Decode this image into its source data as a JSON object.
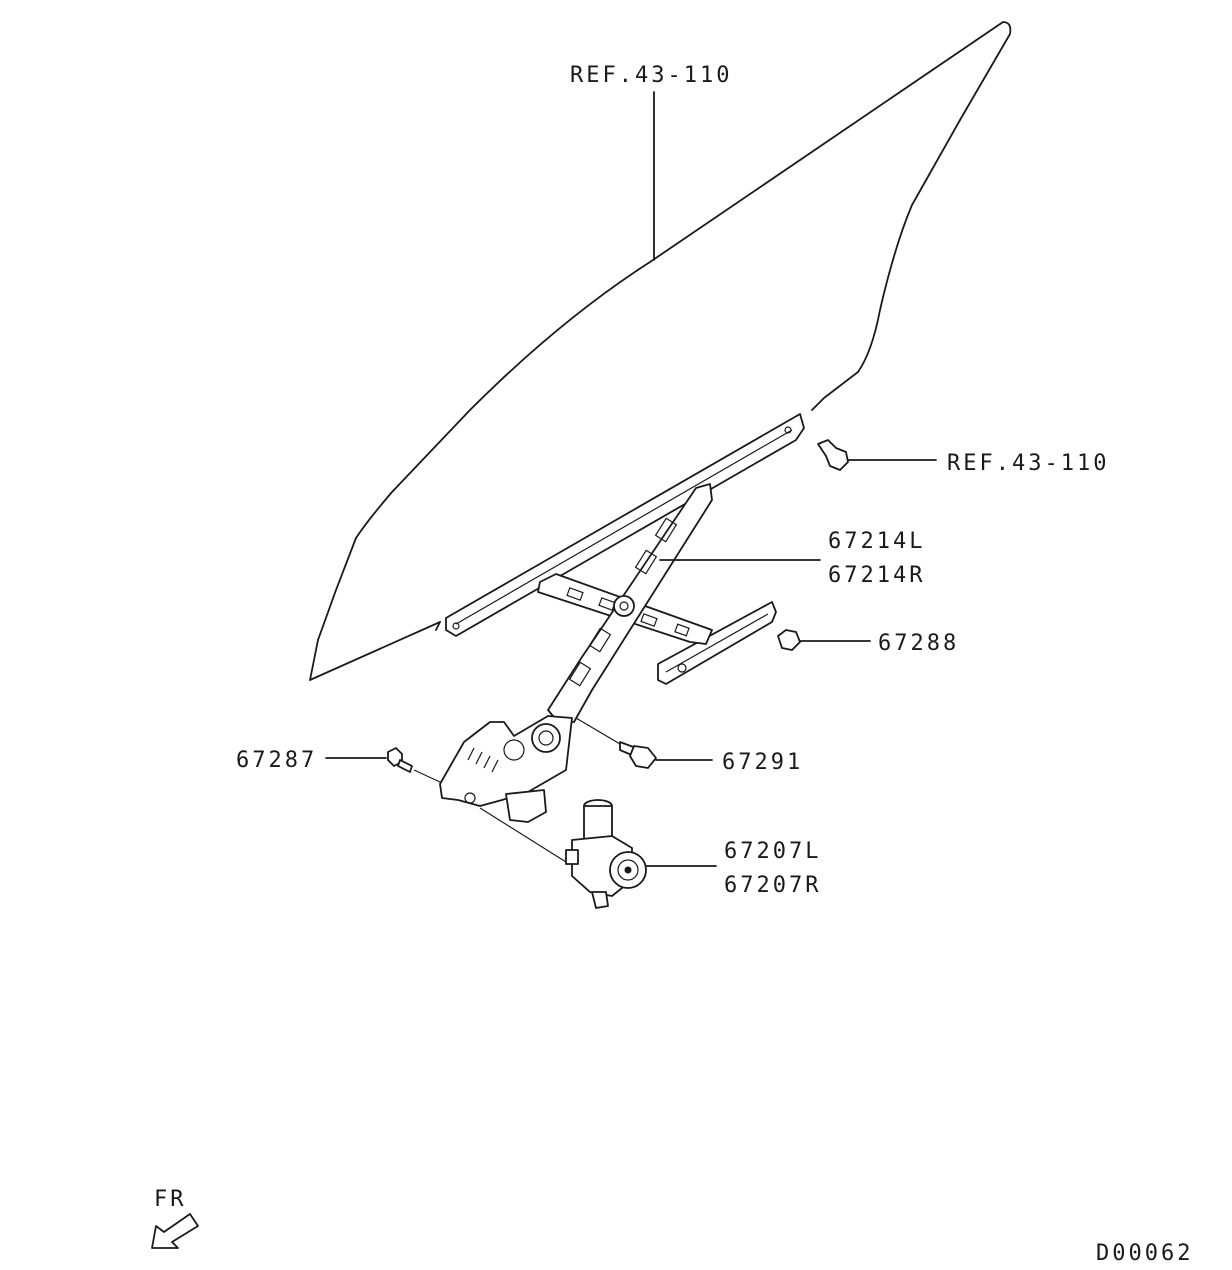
{
  "callouts": {
    "glass_ref": "REF.43-110",
    "clip_ref": "REF.43-110",
    "regulator_l": "67214L",
    "regulator_r": "67214R",
    "nut": "67288",
    "bolt_left": "67287",
    "bolt_right": "67291",
    "motor_l": "67207L",
    "motor_r": "67207R"
  },
  "orientation": {
    "label": "FR",
    "arrow_icon": "front-direction-arrow-icon"
  },
  "diagram_code": "D00062"
}
